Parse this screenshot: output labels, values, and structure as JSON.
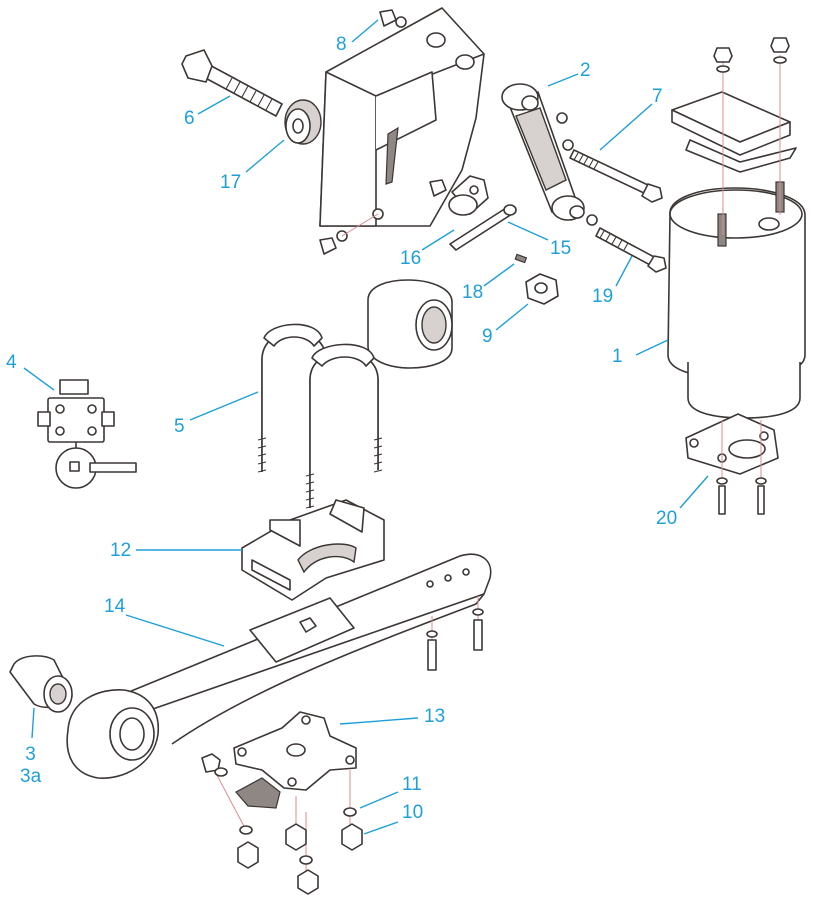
{
  "callouts": [
    {
      "id": "1",
      "text": "1"
    },
    {
      "id": "2",
      "text": "2"
    },
    {
      "id": "3",
      "text": "3\n3a"
    },
    {
      "id": "4",
      "text": "4"
    },
    {
      "id": "5",
      "text": "5"
    },
    {
      "id": "6",
      "text": "6"
    },
    {
      "id": "7",
      "text": "7"
    },
    {
      "id": "8",
      "text": "8"
    },
    {
      "id": "9",
      "text": "9"
    },
    {
      "id": "10",
      "text": "10"
    },
    {
      "id": "11",
      "text": "11"
    },
    {
      "id": "12",
      "text": "12"
    },
    {
      "id": "13",
      "text": "13"
    },
    {
      "id": "14",
      "text": "14"
    },
    {
      "id": "15",
      "text": "15"
    },
    {
      "id": "16",
      "text": "16"
    },
    {
      "id": "17",
      "text": "17"
    },
    {
      "id": "18",
      "text": "18"
    },
    {
      "id": "19",
      "text": "19"
    },
    {
      "id": "20",
      "text": "20"
    }
  ],
  "colors": {
    "callout": "#1f9fd8",
    "line_art": "#3c3735",
    "guide": "#d98c93"
  }
}
